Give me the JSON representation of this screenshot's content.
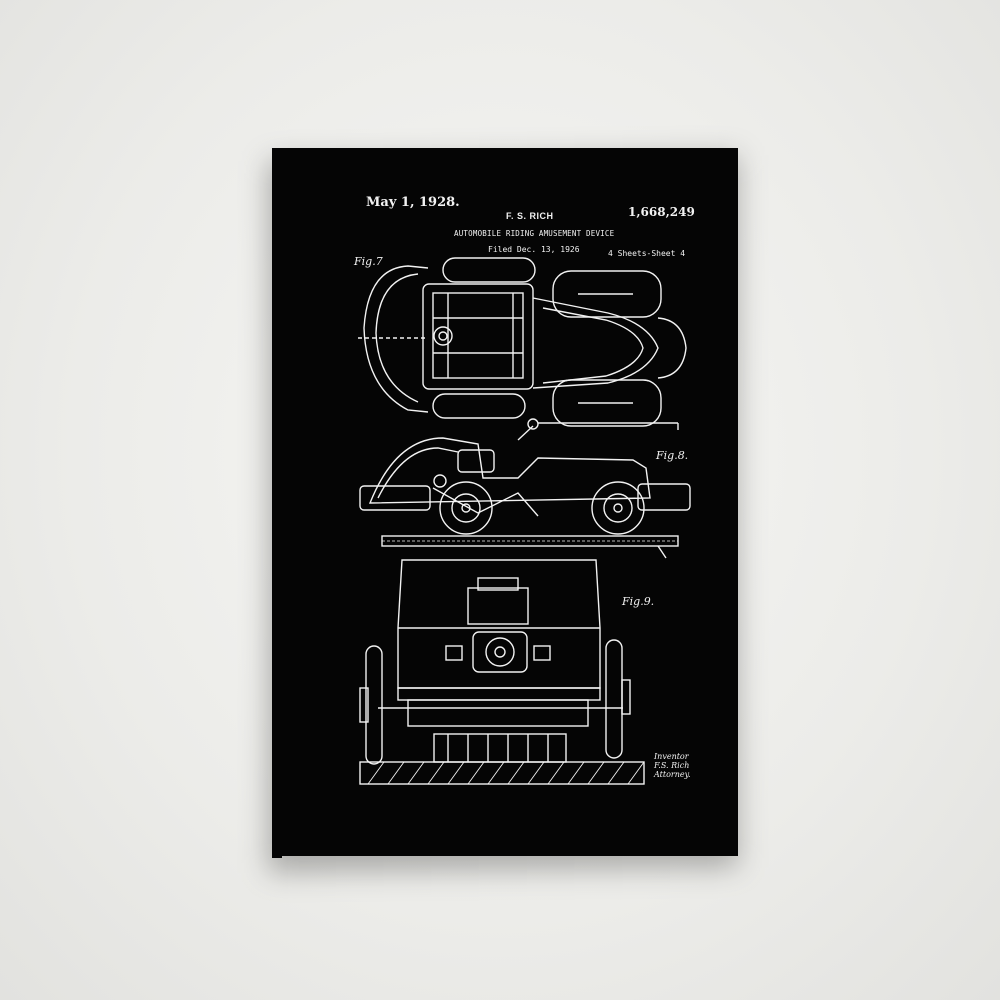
{
  "poster": {
    "date": "May 1, 1928.",
    "inventor": "F. S. RICH",
    "patent_number": "1,668,249",
    "title": "AUTOMOBILE RIDING AMUSEMENT DEVICE",
    "filed": "Filed Dec. 13, 1926",
    "sheets": "4 Sheets-Sheet 4",
    "fig7_label": "Fig.7",
    "fig8_label": "Fig.8.",
    "fig9_label": "Fig.9.",
    "signature_line1": "Inventor",
    "signature_line2": "F.S. Rich",
    "signature_line3": "Attorney."
  },
  "colors": {
    "wall": "#efefed",
    "canvas": "#050505",
    "linework": "#f2f2f2"
  }
}
